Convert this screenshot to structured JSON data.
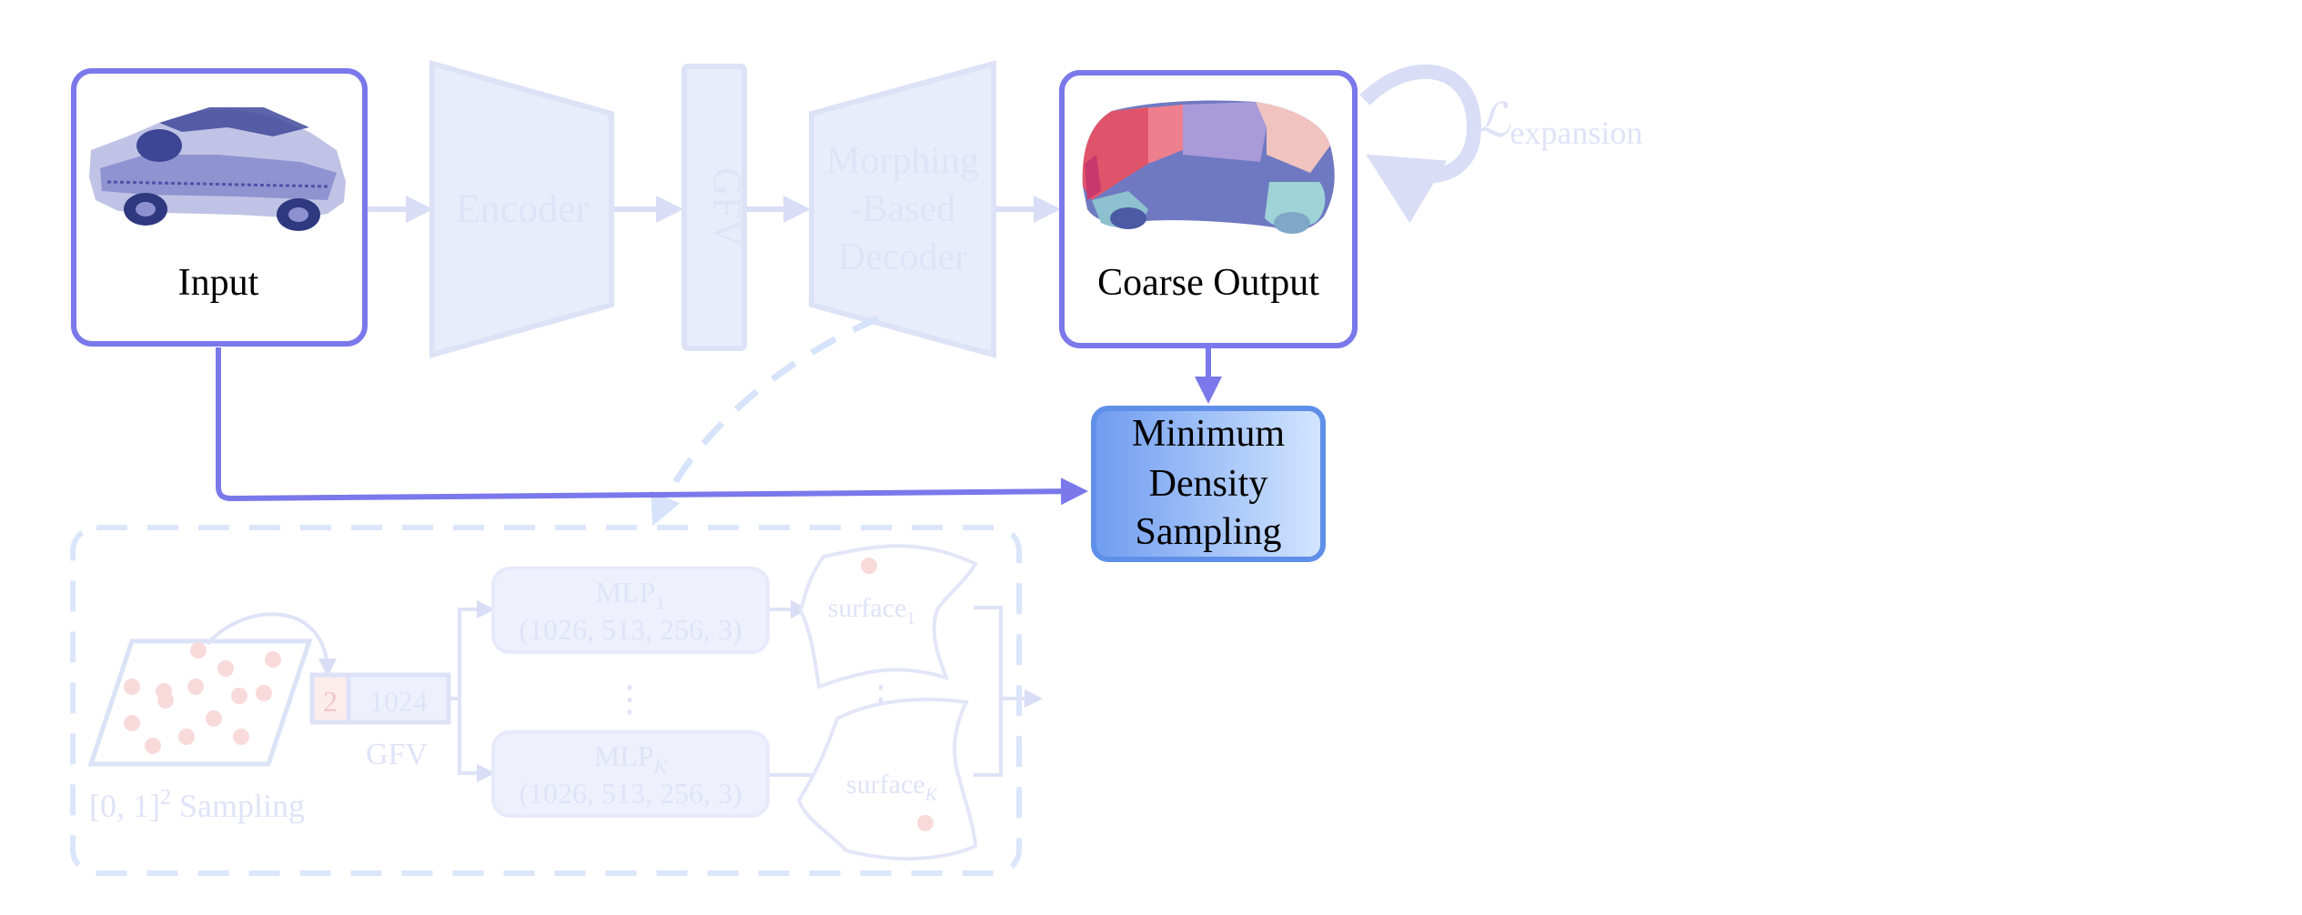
{
  "colors": {
    "accent": "#7a78ea",
    "faded_box_fill": "#e9edfb",
    "faded_box_stroke": "#dde2f7",
    "faded_arrow": "#d9ddf6",
    "sampling_gradient_start": "#6f9cf0",
    "sampling_gradient_end": "#cfe3ff",
    "sample_dot": "#f7c9c9"
  },
  "icons": {
    "input": "car-point-cloud-icon",
    "coarse_output": "segmented-car-point-cloud-icon"
  },
  "nodes": {
    "input": {
      "label": "Input"
    },
    "encoder": {
      "label": "Encoder"
    },
    "gfv": {
      "label": "GFV"
    },
    "decoder": {
      "line1": "Morphing",
      "line2": "-Based",
      "line3": "Decoder"
    },
    "coarse_output": {
      "label": "Coarse Output"
    },
    "expansion_loss": {
      "symbol": "ℒ",
      "subscript": "expansion"
    },
    "mds": {
      "line1": "Minimum",
      "line2": "Density",
      "line3": "Sampling"
    }
  },
  "decoder_detail": {
    "sampling_label": "[0, 1]",
    "sampling_exponent": "2",
    "sampling_suffix": " Sampling",
    "gfv_dims": [
      "2",
      "1024"
    ],
    "gfv_label": "GFV",
    "mlp_top": {
      "name": "MLP",
      "sub": "1",
      "dims": "(1026, 513, 256, 3)"
    },
    "mlp_bottom": {
      "name": "MLP",
      "sub": "K",
      "dims": "(1026, 513, 256, 3)"
    },
    "ellipsis": "⋮",
    "surface_top": {
      "name": "surface",
      "sub": "1"
    },
    "surface_bottom": {
      "name": "surface",
      "sub": "K"
    }
  }
}
